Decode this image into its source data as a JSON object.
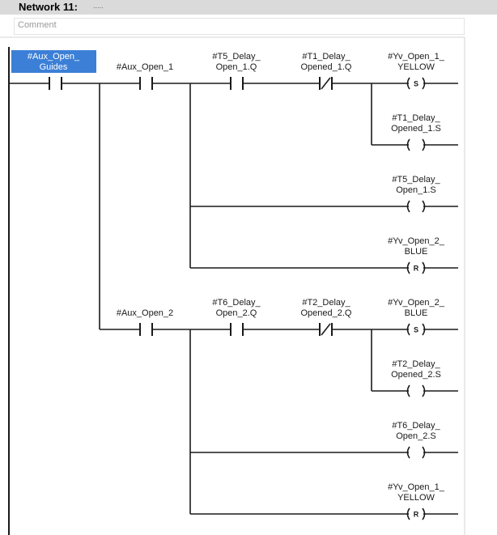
{
  "network": {
    "title": "Network 11:",
    "dots": ".....",
    "comment_placeholder": "Comment"
  },
  "contacts": {
    "aux_open_guides": [
      "#Aux_Open_",
      "Guides"
    ],
    "aux_open_1": [
      "#Aux_Open_1"
    ],
    "t5_delay_open_1_q": [
      "#T5_Delay_",
      "Open_1.Q"
    ],
    "t1_delay_opened_1_q": [
      "#T1_Delay_",
      "Opened_1.Q"
    ],
    "aux_open_2": [
      "#Aux_Open_2"
    ],
    "t6_delay_open_2_q": [
      "#T6_Delay_",
      "Open_2.Q"
    ],
    "t2_delay_opened_2_q": [
      "#T2_Delay_",
      "Opened_2.Q"
    ]
  },
  "coils": {
    "yv_open_1_yellow_set": [
      "#Yv_Open_1_",
      "YELLOW"
    ],
    "t1_delay_opened_1_s": [
      "#T1_Delay_",
      "Opened_1.S"
    ],
    "t5_delay_open_1_s": [
      "#T5_Delay_",
      "Open_1.S"
    ],
    "yv_open_2_blue_reset": [
      "#Yv_Open_2_",
      "BLUE"
    ],
    "yv_open_2_blue_set": [
      "#Yv_Open_2_",
      "BLUE"
    ],
    "t2_delay_opened_2_s": [
      "#T2_Delay_",
      "Opened_2.S"
    ],
    "t6_delay_open_2_s": [
      "#T6_Delay_",
      "Open_2.S"
    ],
    "yv_open_1_yellow_reset": [
      "#Yv_Open_1_",
      "YELLOW"
    ]
  },
  "coil_symbols": {
    "set": "S",
    "reset": "R"
  },
  "colors": {
    "selection": "#3c7fd6",
    "line": "#1a1a1a",
    "header": "#dadada"
  }
}
